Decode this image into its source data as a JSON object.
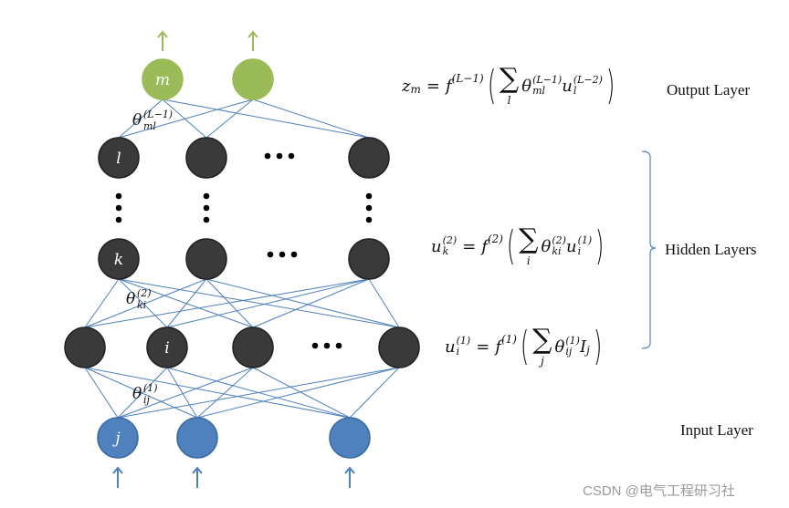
{
  "colors": {
    "output_node": "#9bbb59",
    "hidden_node": "#3a3a3a",
    "input_node": "#4f81bd",
    "edge": "#4f81bd",
    "dots": "#000000",
    "bracket": "#4f81bd"
  },
  "node_labels": {
    "output": "m",
    "hidden_top": "l",
    "hidden_mid": "k",
    "hidden_bottom": "i",
    "input": "j"
  },
  "weight_labels": {
    "output": {
      "base": "θ",
      "sup": "(L−1)",
      "sub": "ml"
    },
    "hidden2": {
      "base": "θ",
      "sup": "(2)",
      "sub": "ki"
    },
    "hidden1": {
      "base": "θ",
      "sup": "(1)",
      "sub": "ij"
    }
  },
  "equations": {
    "output": {
      "lhs": "z",
      "lhs_sub": "m",
      "f": "f",
      "f_sup": "(L−1)",
      "sum_index": "l",
      "theta": "θ",
      "theta_sup": "(L−1)",
      "theta_sub": "ml",
      "term": "u",
      "term_sup": "(L−2)",
      "term_sub": "l"
    },
    "hidden": {
      "lhs": "u",
      "lhs_sup": "(2)",
      "lhs_sub": "k",
      "f": "f",
      "f_sup": "(2)",
      "sum_index": "i",
      "theta": "θ",
      "theta_sup": "(2)",
      "theta_sub": "ki",
      "term": "u",
      "term_sup": "(1)",
      "term_sub": "i"
    },
    "input": {
      "lhs": "u",
      "lhs_sup": "(1)",
      "lhs_sub": "i",
      "f": "f",
      "f_sup": "(1)",
      "sum_index": "j",
      "theta": "θ",
      "theta_sup": "(1)",
      "theta_sub": "ij",
      "term": "I",
      "term_sup": "",
      "term_sub": "j"
    },
    "equals": "=",
    "sigma": "∑",
    "lparen": "(",
    "rparen": ")"
  },
  "layer_labels": {
    "output": "Output Layer",
    "hidden": "Hidden Layers",
    "input": "Input Layer"
  },
  "watermark": "CSDN @电气工程研习社"
}
